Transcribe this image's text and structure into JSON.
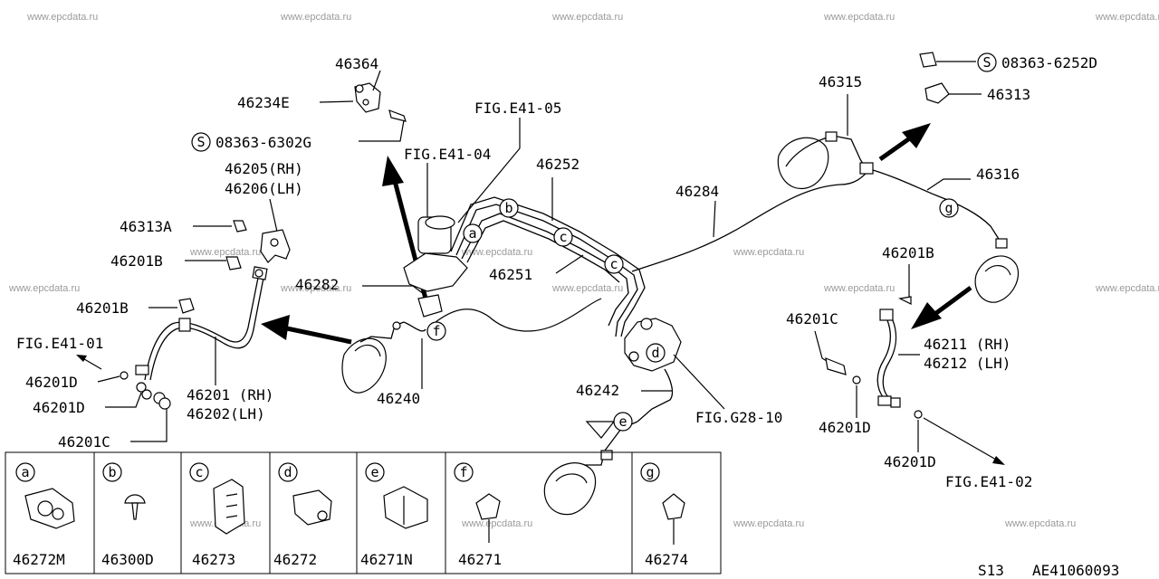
{
  "watermark": "www.epcdata.ru",
  "parts": {
    "p46364": "46364",
    "p46234E": "46234E",
    "p08363_6302G": "08363-6302G",
    "p46205": "46205(RH)",
    "p46206": "46206(LH)",
    "p46313A": "46313A",
    "p46201B_left": "46201B",
    "p46282": "46282",
    "p46201B_left2": "46201B",
    "figE41_01": "FIG.E41-01",
    "p46201D_a": "46201D",
    "p46201D_b": "46201D",
    "p46201C_left": "46201C",
    "p46201_rh": "46201 (RH)",
    "p46202_lh": "46202(LH)",
    "p46240": "46240",
    "figE41_05": "FIG.E41-05",
    "figE41_04": "FIG.E41-04",
    "p46252": "46252",
    "p46251": "46251",
    "p46284": "46284",
    "p46242": "46242",
    "figG28_10": "FIG.G28-10",
    "p46315": "46315",
    "p08363_6252D": "08363-6252D",
    "p46313": "46313",
    "p46316": "46316",
    "p46201B_right": "46201B",
    "p46201C_right": "46201C",
    "p46211": "46211 (RH)",
    "p46212": "46212 (LH)",
    "p46201D_right_a": "46201D",
    "p46201D_right_b": "46201D",
    "figE41_02": "FIG.E41-02"
  },
  "callout_letters": [
    "a",
    "b",
    "c",
    "d",
    "e",
    "f",
    "g"
  ],
  "legend": [
    {
      "letter": "a",
      "part": "46272M"
    },
    {
      "letter": "b",
      "part": "46300D"
    },
    {
      "letter": "c",
      "part": "46273"
    },
    {
      "letter": "d",
      "part": "46272"
    },
    {
      "letter": "e",
      "part": "46271N"
    },
    {
      "letter": "f",
      "part": "46271"
    },
    {
      "letter": "g",
      "part": "46274"
    }
  ],
  "footer": {
    "model": "S13",
    "code": "AE41060093"
  }
}
